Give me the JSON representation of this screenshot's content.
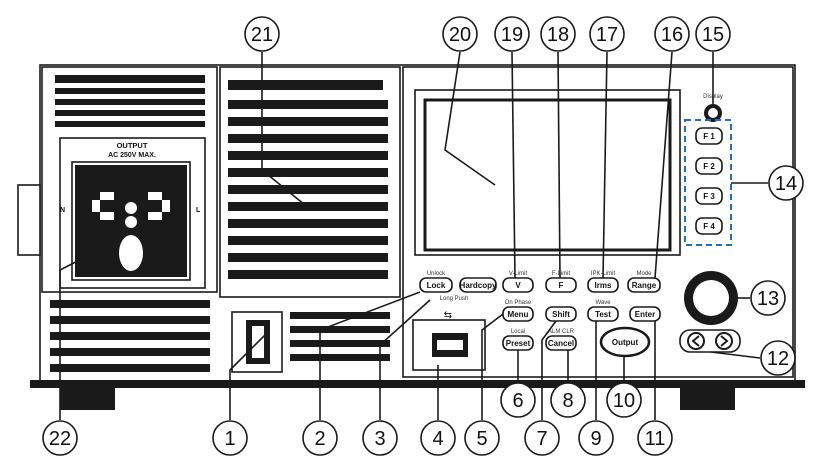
{
  "panel": {
    "socket_title": "OUTPUT",
    "socket_rating": "AC 250V  MAX.",
    "socket_n": "N",
    "socket_l": "L",
    "display_label": "Display",
    "usb_symbol": "⇆",
    "long_push_label": "Long Push",
    "buttons": {
      "lock": {
        "label": "Lock",
        "top": "Unlock"
      },
      "hardcopy": {
        "label": "Hardcopy"
      },
      "menu": {
        "label": "Menu",
        "top": "On Phase"
      },
      "preset": {
        "label": "Preset",
        "top": "Local"
      },
      "shift": {
        "label": "Shift"
      },
      "cancel": {
        "label": "Cancel",
        "top": "ALM CLR"
      },
      "test": {
        "label": "Test",
        "top": "Wave"
      },
      "enter": {
        "label": "Enter"
      },
      "output": {
        "label": "Output"
      },
      "v": {
        "label": "V",
        "top": "V-Limit"
      },
      "f": {
        "label": "F",
        "top": "F-Limit"
      },
      "irms": {
        "label": "Irms",
        "top": "IPK-Limit"
      },
      "range": {
        "label": "Range",
        "top": "Mode"
      },
      "f1": {
        "label": "F 1"
      },
      "f2": {
        "label": "F 2"
      },
      "f3": {
        "label": "F 3"
      },
      "f4": {
        "label": "F 4"
      }
    }
  },
  "callouts": [
    "1",
    "2",
    "3",
    "4",
    "5",
    "6",
    "7",
    "8",
    "9",
    "10",
    "11",
    "12",
    "13",
    "14",
    "15",
    "16",
    "17",
    "18",
    "19",
    "20",
    "21",
    "22"
  ],
  "colors": {
    "dashed_box": "#1e6fc0",
    "line": "#1a1a1a"
  }
}
